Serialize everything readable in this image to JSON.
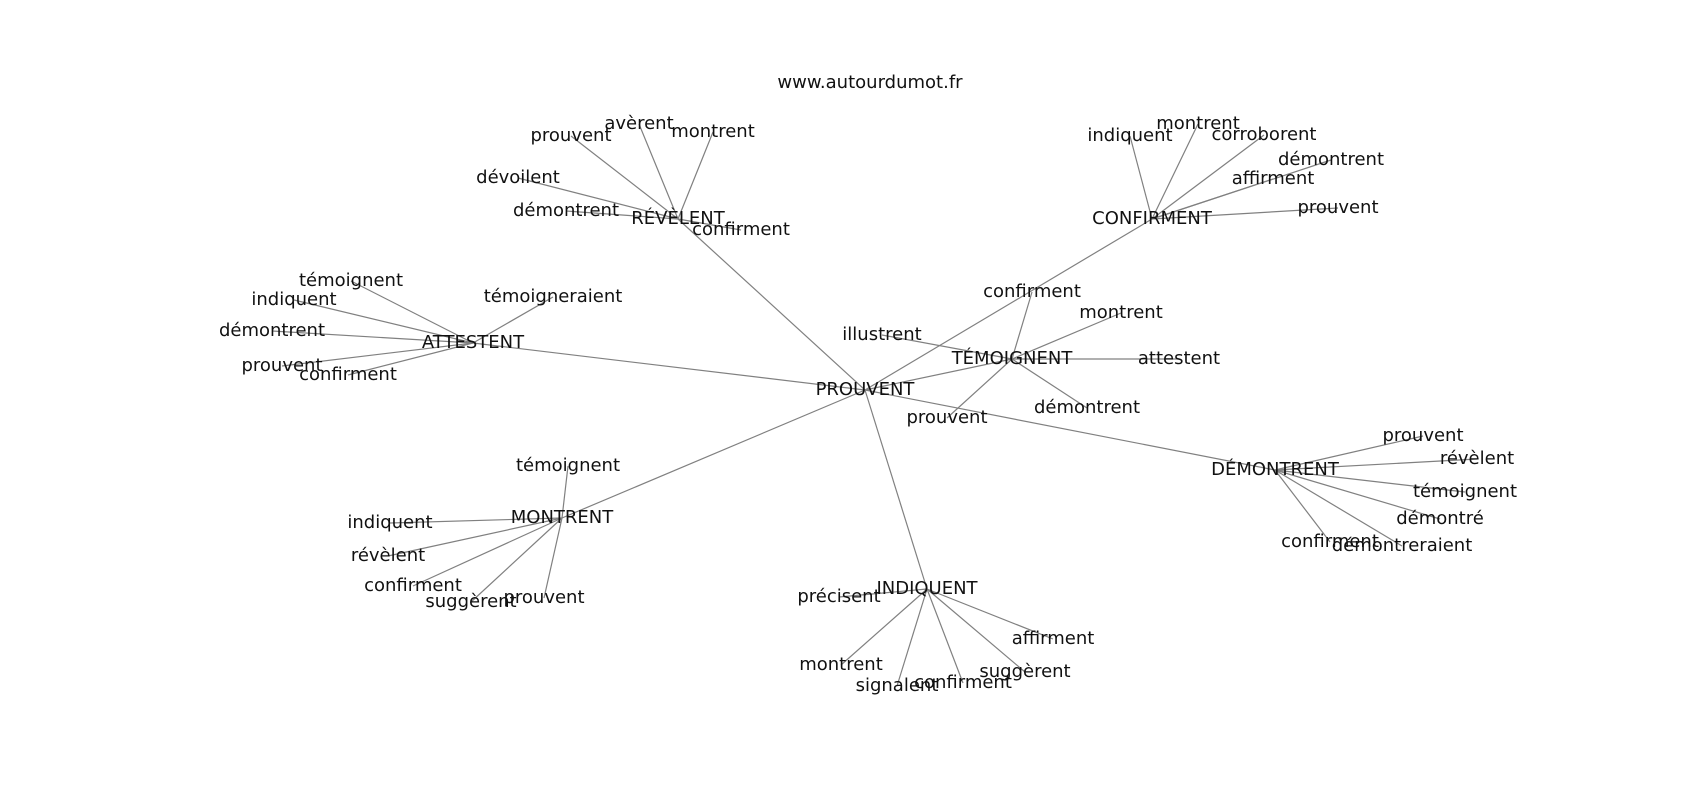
{
  "site": "www.autourdumot.fr",
  "center": "PROUVENT",
  "hubs": [
    {
      "word": "RÉVÈLENT",
      "links": [
        "prouvent",
        "avèrent",
        "montrent",
        "dévoilent",
        "démontrent",
        "confirment"
      ]
    },
    {
      "word": "CONFIRMENT",
      "links": [
        "indiquent",
        "montrent",
        "corroborent",
        "démontrent",
        "affirment",
        "prouvent"
      ]
    },
    {
      "word": "ATTESTENT",
      "links": [
        "témoignent",
        "indiquent",
        "démontrent",
        "prouvent",
        "confirment",
        "témoigneraient"
      ]
    },
    {
      "word": "TÉMOIGNENT",
      "links": [
        "confirment",
        "montrent",
        "illustrent",
        "attestent",
        "prouvent",
        "démontrent"
      ]
    },
    {
      "word": "DÉMONTRENT",
      "links": [
        "prouvent",
        "révèlent",
        "témoignent",
        "démontré",
        "confirment",
        "démontreraient"
      ]
    },
    {
      "word": "MONTRENT",
      "links": [
        "témoignent",
        "indiquent",
        "révèlent",
        "confirment",
        "suggèrent",
        "prouvent"
      ]
    },
    {
      "word": "INDIQUENT",
      "links": [
        "précisent",
        "affirment",
        "montrent",
        "suggèrent",
        "signalent",
        "confirment"
      ]
    }
  ]
}
